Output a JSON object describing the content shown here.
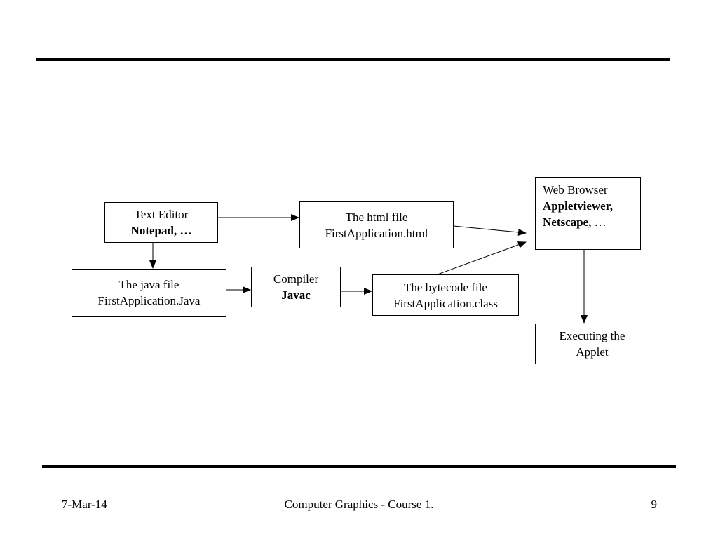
{
  "boxes": {
    "text_editor": {
      "line1": "Text Editor",
      "line2": "Notepad, …"
    },
    "html_file": {
      "line1": "The html file",
      "line2": "FirstApplication.html"
    },
    "web_browser": {
      "line1": "Web Browser",
      "line2": "Appletviewer,",
      "line3_bold": "Netscape,",
      "line3_rest": " …"
    },
    "java_file": {
      "line1": "The java file",
      "line2": "FirstApplication.Java"
    },
    "compiler": {
      "line1": "Compiler",
      "line2": "Javac"
    },
    "bytecode_file": {
      "line1": "The bytecode file",
      "line2": "FirstApplication.class"
    },
    "executing": {
      "line1": "Executing the",
      "line2": "Applet"
    }
  },
  "footer": {
    "date": "7-Mar-14",
    "title": "Computer Graphics - Course 1.",
    "page": "9"
  }
}
